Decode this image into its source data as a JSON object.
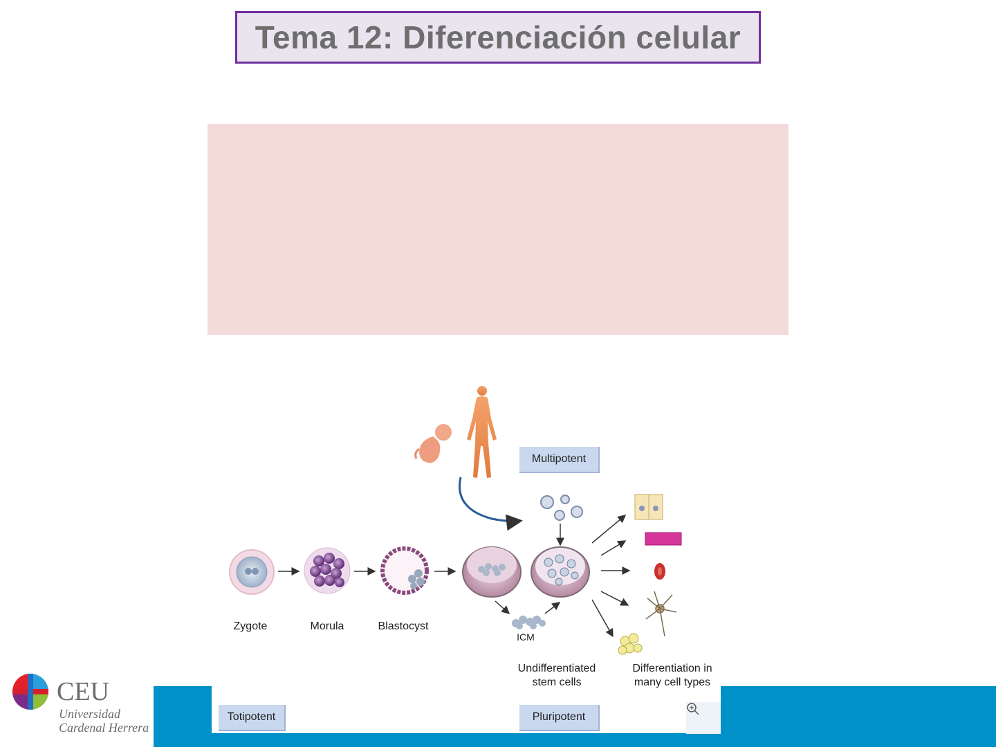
{
  "title": "Tema 12: Diferenciación celular",
  "figure": {
    "stages": [
      "Zygote",
      "Morula",
      "Blastocyst"
    ],
    "icm_label": "ICM",
    "undiff_line1": "Undifferentiated",
    "undiff_line2": "stem cells",
    "diff_line1": "Differentiation in",
    "diff_line2": "many cell types",
    "tags": {
      "multipotent": "Multipotent",
      "totipotent": "Totipotent",
      "pluripotent": "Pluripotent"
    },
    "zoom_icon": "zoom-in-icon"
  },
  "logo": {
    "name": "CEU",
    "line1": "Universidad",
    "line2": "Cardenal Herrera"
  },
  "colors": {
    "title_border": "#7030a0",
    "title_bg": "#e9e4ee",
    "panel_bg": "#f3dbda",
    "bar_bg": "#0091c8",
    "tag_bg": "#c9d8ee"
  }
}
